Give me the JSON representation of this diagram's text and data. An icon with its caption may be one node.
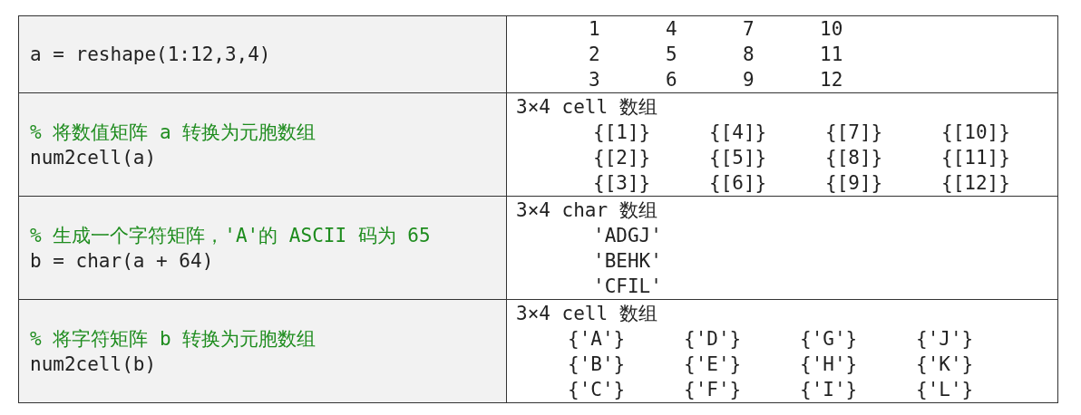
{
  "diagram": {
    "labels": [
      "a = reshape(1:12,3,4)",
      "1",
      "4",
      "7",
      "10",
      "2",
      "5",
      "8",
      "11",
      "3",
      "6",
      "9",
      "12",
      "% 将数值矩阵 a 转换为元胞数组",
      "num2cell(a)",
      "3×4 cell 数组",
      "{[1]}",
      "{[4]}",
      "{[7]}",
      "{[10]}",
      "{[2]}",
      "{[5]}",
      "{[8]}",
      "{[11]}",
      "{[3]}",
      "{[6]}",
      "{[9]}",
      "{[12]}",
      "% 生成一个字符矩阵，'A'的 ASCII 码为 65",
      "b = char(a + 64)",
      "3×4 char 数组",
      "'ADGJ'",
      "'BEHK'",
      "'CFIL'",
      "% 将字符矩阵 b 转换为元胞数组",
      "num2cell(b)",
      "3×4 cell 数组",
      "{'A'}",
      "{'D'}",
      "{'G'}",
      "{'J'}",
      "{'B'}",
      "{'E'}",
      "{'H'}",
      "{'K'}",
      "{'C'}",
      "{'F'}",
      "{'I'}",
      "{'L'}"
    ]
  }
}
